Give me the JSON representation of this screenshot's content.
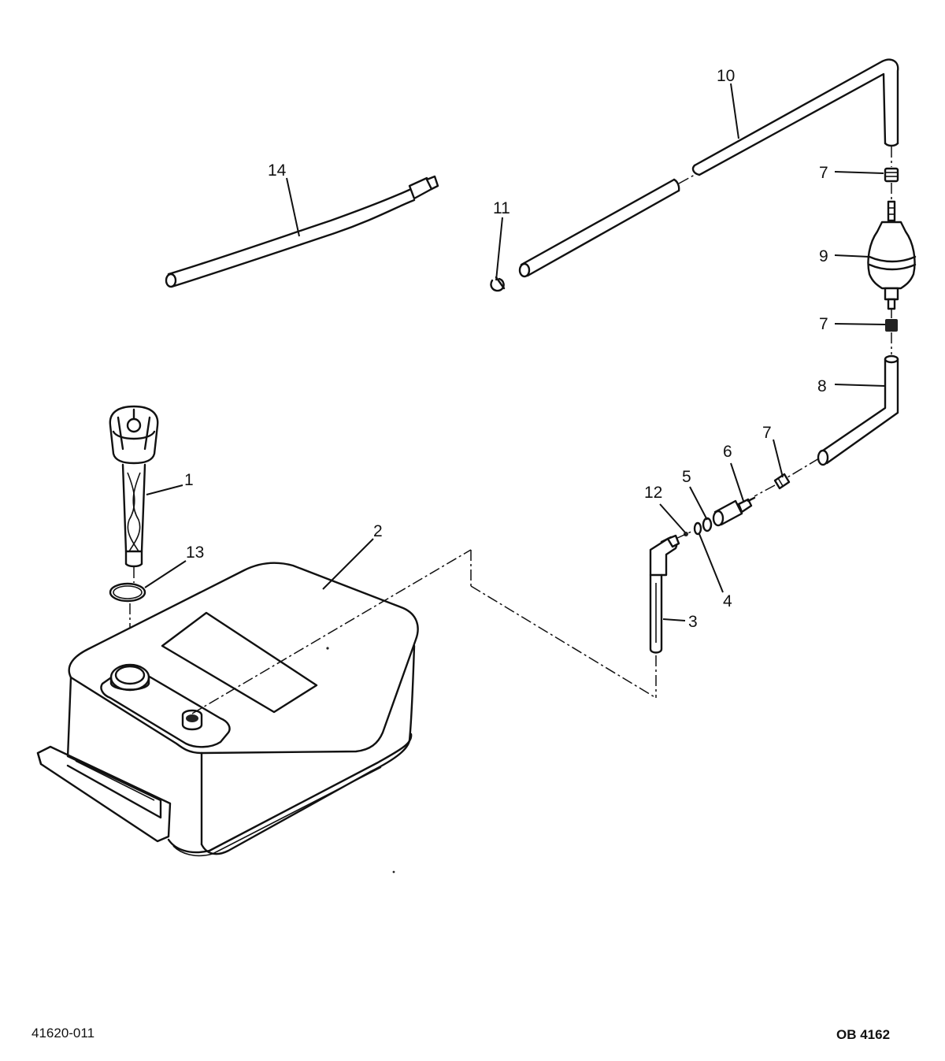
{
  "callouts": [
    "1",
    "2",
    "3",
    "4",
    "5",
    "6",
    "7",
    "8",
    "9",
    "10",
    "11",
    "12",
    "13",
    "14"
  ],
  "footer": {
    "left_code": "41620-011",
    "right_code": "OB 4162"
  }
}
